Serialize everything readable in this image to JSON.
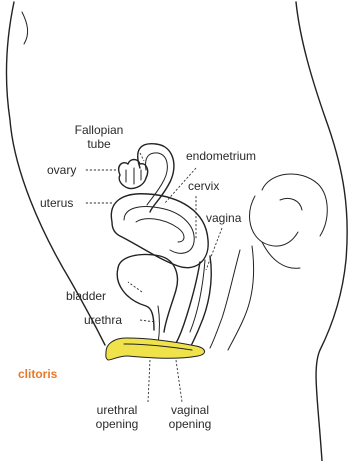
{
  "labels": {
    "fallopian_tube_line1": "Fallopian",
    "fallopian_tube_line2": "tube",
    "ovary": "ovary",
    "uterus": "uterus",
    "endometrium": "endometrium",
    "cervix": "cervix",
    "vagina": "vagina",
    "bladder": "bladder",
    "urethra": "urethra",
    "clitoris": "clitoris",
    "urethral_opening_line1": "urethral",
    "urethral_opening_line2": "opening",
    "vaginal_opening_line1": "vaginal",
    "vaginal_opening_line2": "opening"
  },
  "colors": {
    "highlight_label": "#e8792a",
    "clitoris_fill": "#f0e24a",
    "outline": "#222222",
    "background": "#ffffff"
  }
}
